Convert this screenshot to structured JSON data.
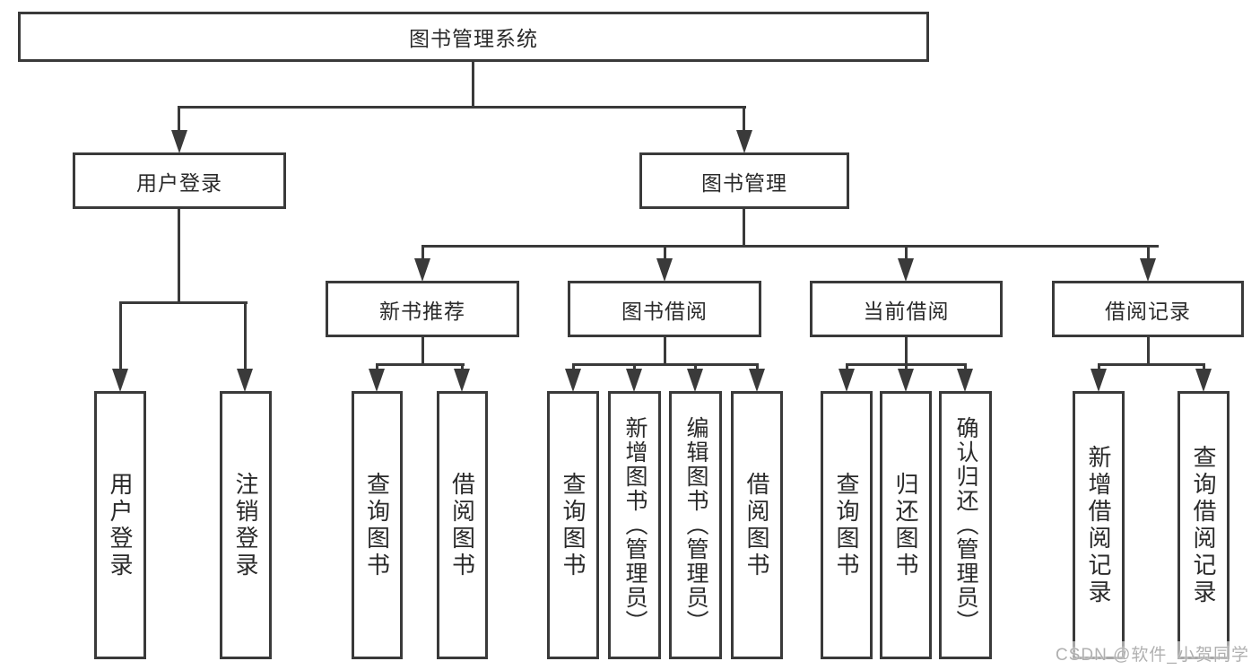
{
  "d": {
    "root": {
      "label": "图书管理系统"
    },
    "user_login": {
      "label": "用户登录",
      "children": [
        {
          "label": "用户登录"
        },
        {
          "label": "注销登录"
        }
      ]
    },
    "book_mgmt": {
      "label": "图书管理",
      "sections": [
        {
          "label": "新书推荐",
          "children": [
            {
              "label": "查询图书"
            },
            {
              "label": "借阅图书"
            }
          ]
        },
        {
          "label": "图书借阅",
          "children": [
            {
              "label": "查询图书"
            },
            {
              "label": "新增图书（管理员）"
            },
            {
              "label": "编辑图书（管理员）"
            },
            {
              "label": "借阅图书"
            }
          ]
        },
        {
          "label": "当前借阅",
          "children": [
            {
              "label": "查询图书"
            },
            {
              "label": "归还图书"
            },
            {
              "label": "确认归还（管理员）"
            }
          ]
        },
        {
          "label": "借阅记录",
          "children": [
            {
              "label": "新增借阅记录"
            },
            {
              "label": "查询借阅记录"
            }
          ]
        }
      ]
    },
    "watermark": "CSDN @软件_小贺同学",
    "colors": {
      "line": "#3a3a3a",
      "text": "#2a2a2a",
      "watermark": "#b0b0b0",
      "background": "#ffffff"
    }
  }
}
